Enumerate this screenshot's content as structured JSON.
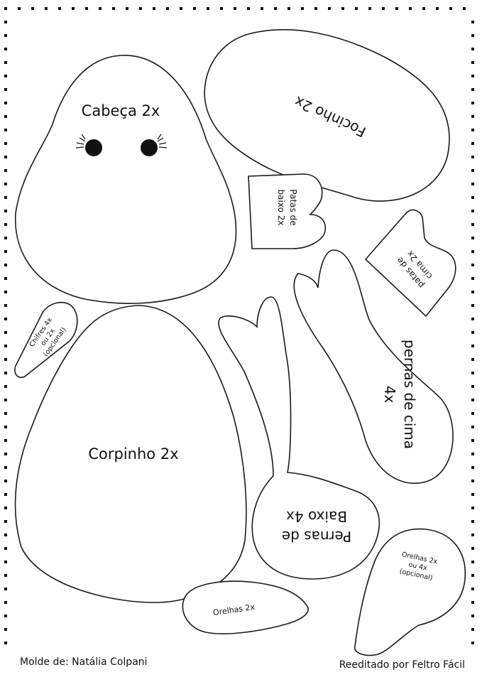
{
  "pieces": {
    "head": "Cabeça 2x",
    "snout": "Focinho 2x",
    "lower_paws_line1": "Patas de",
    "lower_paws_line2": "baixo 2x",
    "upper_paws_line1": "patas de",
    "upper_paws_line2": "cima 2x",
    "upper_legs_line1": "pernas de cima",
    "upper_legs_line2": "4x",
    "horns_line1": "Chifres 4x",
    "horns_line2": "ou 2x",
    "horns_line3": "(opcional)",
    "body": "Corpinho 2x",
    "lower_legs_line1": "Pernas de",
    "lower_legs_line2": "Baixo 4x",
    "ears": "Orelhas 2x",
    "ears_opt_line1": "Orelhas 2x",
    "ears_opt_line2": "ou 4x",
    "ears_opt_line3": "(opcional)"
  },
  "footer": {
    "credit_left": "Molde de: Natália Colpani",
    "credit_right": "Reeditado por Feltro Fácil"
  },
  "colors": {
    "outline": "#1a1a1a",
    "text": "#111111",
    "paper": "#ffffff"
  }
}
